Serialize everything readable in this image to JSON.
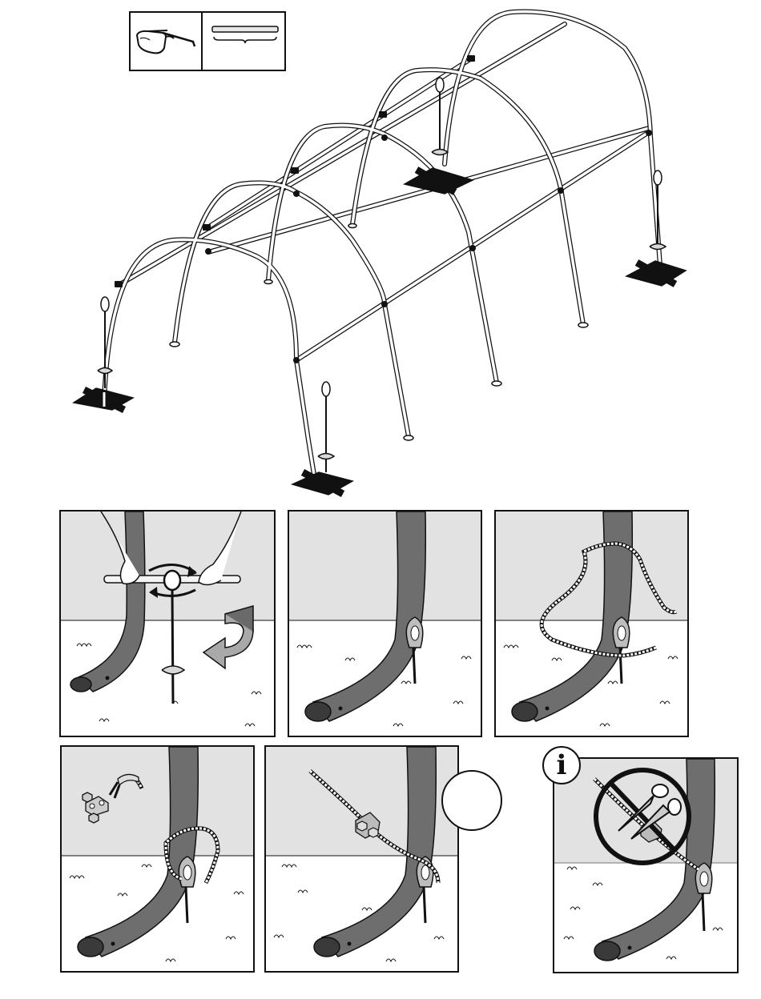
{
  "figure": {
    "type": "assembly-instruction",
    "colors": {
      "line": "#111111",
      "pipe": "#6e6e6e",
      "pipe_dark": "#444444",
      "sky": "#e2e2e2",
      "anchor": "#bdbdbd",
      "ground_mark": "#111111"
    },
    "tools": {
      "items": [
        {
          "icon": "safety-glasses-icon"
        },
        {
          "icon": "rod-tool-icon"
        }
      ]
    },
    "overview": {
      "arches": 5,
      "anchors": 4
    },
    "steps": [
      {
        "icon": "hand-twist-anchor"
      },
      {
        "icon": "anchor-installed"
      },
      {
        "icon": "cable-through-eye"
      },
      {
        "icon": "cable-clamp-parts"
      },
      {
        "icon": "cable-clamp-fitted"
      },
      {
        "icon": "do-not-cut-cable"
      }
    ],
    "info_badge": {
      "label": "i"
    }
  }
}
